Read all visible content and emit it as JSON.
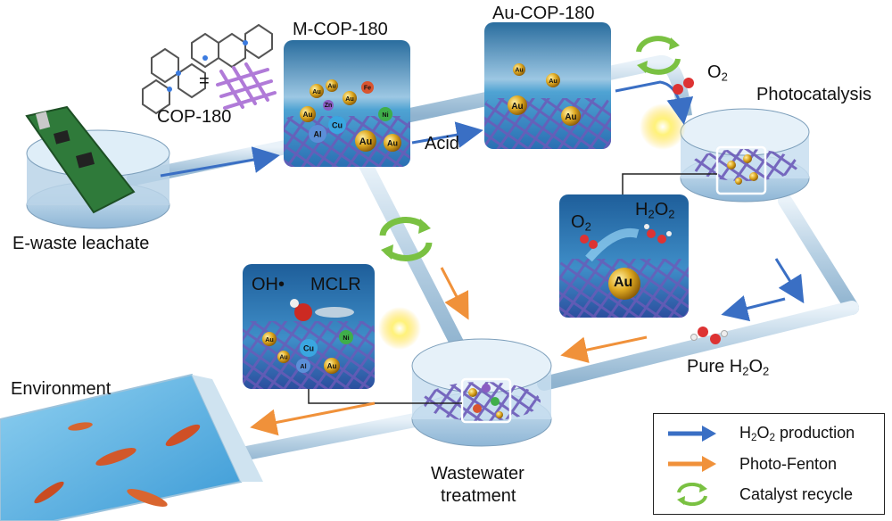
{
  "labels": {
    "cop_structure": "COP-180",
    "equals_sign": "=",
    "m_cop": "M-COP-180",
    "au_cop": "Au-COP-180",
    "acid": "Acid",
    "ewaste": "E-waste leachate",
    "photocatalysis": "Photocatalysis",
    "o2_top": "O",
    "o2_top_sub": "2",
    "inset_o2": "O",
    "inset_o2_sub": "2",
    "inset_h2o2_a": "H",
    "inset_h2o2_sub1": "2",
    "inset_h2o2_b": "O",
    "inset_h2o2_sub2": "2",
    "inset_au": "Au",
    "pure_h2o2_a": "Pure H",
    "pure_h2o2_sub1": "2",
    "pure_h2o2_b": "O",
    "pure_h2o2_sub2": "2",
    "oh_radical": "OH•",
    "mclr": "MCLR",
    "environment": "Environment",
    "wastewater_line1": "Wastewater",
    "wastewater_line2": "treatment"
  },
  "metal_particles_mcop": [
    "Au",
    "Au",
    "Au",
    "Fe",
    "Zn",
    "Cu",
    "Ni",
    "Al",
    "Au",
    "Au",
    "Au"
  ],
  "metal_particles_aucop": [
    "Au",
    "Au",
    "Au",
    "Au"
  ],
  "metal_particles_mclr": [
    "Au",
    "Cu",
    "Ni",
    "Al",
    "Au",
    "Au"
  ],
  "legend": {
    "items": [
      {
        "pre": "H",
        "sub1": "2",
        "mid": "O",
        "sub2": "2",
        "post": " production",
        "color": "#3a6fc4"
      },
      {
        "pre": "Photo-Fenton",
        "sub1": "",
        "mid": "",
        "sub2": "",
        "post": "",
        "color": "#f0913a"
      },
      {
        "pre": "Catalyst recycle",
        "sub1": "",
        "mid": "",
        "sub2": "",
        "post": "",
        "color": "#7ac142"
      }
    ]
  },
  "colors": {
    "h2o2_arrow": "#3a6fc4",
    "fenton_arrow": "#f0913a",
    "recycle": "#7ac142",
    "pipe": "#b9d2e4",
    "water": "#5aa7d8",
    "cof_mesh": "#6c5ab8",
    "gold": "#d9a21a"
  }
}
